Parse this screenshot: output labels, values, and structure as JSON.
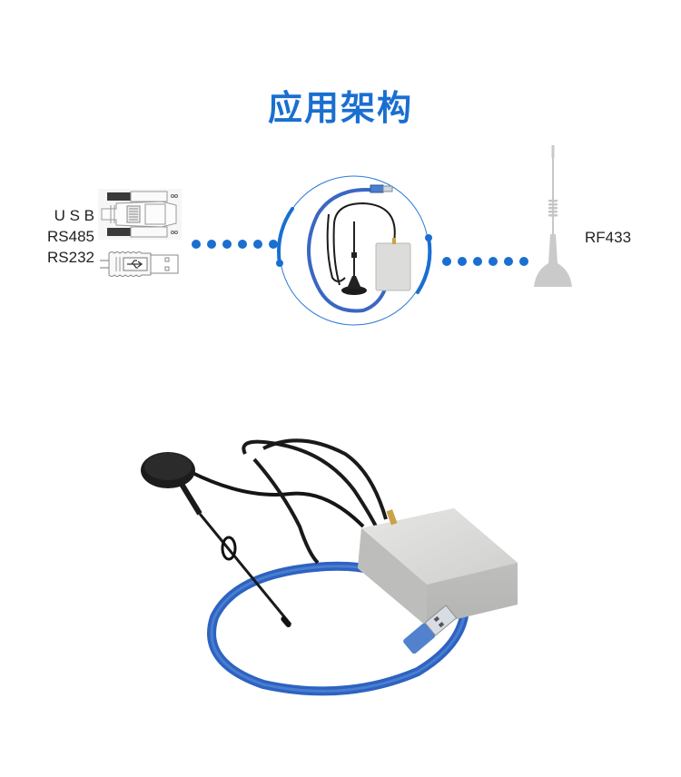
{
  "title": "应用架构",
  "left": {
    "labels": [
      "U S B",
      "RS485",
      "RS232"
    ],
    "icons": [
      "db9-serial-connector-icon",
      "usb-plug-icon"
    ]
  },
  "center": {
    "icon": "rf433-usb-module-product-icon"
  },
  "right": {
    "label": "RF433",
    "icon": "sucker-antenna-icon"
  },
  "connectors": {
    "left_dot_count": 6,
    "right_dot_count": 6
  },
  "product_photo": {
    "subject": "rf433-usb-module-with-antenna-photo"
  },
  "colors": {
    "accent": "#1a6fd0",
    "text": "#222222",
    "device_gray": "#d8d8d6",
    "cable_blue": "#2e66c4"
  }
}
